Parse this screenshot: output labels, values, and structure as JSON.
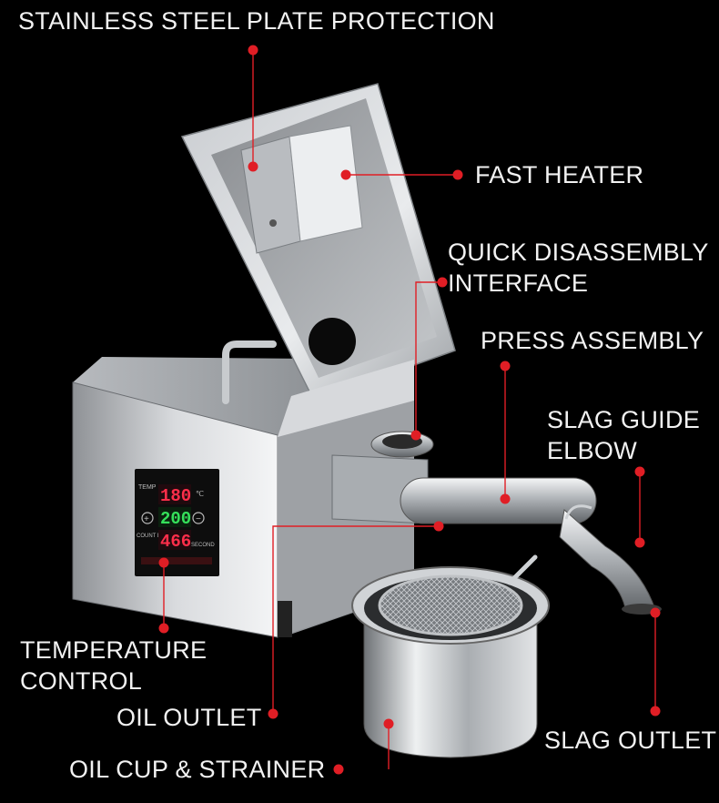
{
  "labels": {
    "plate_protection": [
      "STAINLESS STEEL PLATE PROTECTION"
    ],
    "fast_heater": [
      "FAST HEATER"
    ],
    "quick_disassembly": [
      "QUICK DISASSEMBLY",
      "INTERFACE"
    ],
    "press_assembly": [
      "PRESS ASSEMBLY"
    ],
    "slag_guide": [
      "SLAG GUIDE",
      "ELBOW"
    ],
    "temperature_control": [
      "TEMPERATURE",
      "CONTROL"
    ],
    "oil_outlet": [
      "OIL OUTLET"
    ],
    "slag_outlet": [
      "SLAG OUTLET"
    ],
    "oil_cup": [
      "OIL CUP & STRAINER"
    ]
  },
  "panel": {
    "temp_label": "TEMP",
    "temp_value": "180",
    "temp_unit": "℃",
    "mid_value": "200",
    "count_label": "COUNT DOWN",
    "count_value": "466",
    "count_unit": "SECOND"
  },
  "colors": {
    "background": "#000000",
    "callout": "#e01e25",
    "label": "#f2f2f2",
    "temp_digits": "#ff2e4a",
    "mid_digits": "#35e05a",
    "count_digits": "#ff2e4a"
  }
}
